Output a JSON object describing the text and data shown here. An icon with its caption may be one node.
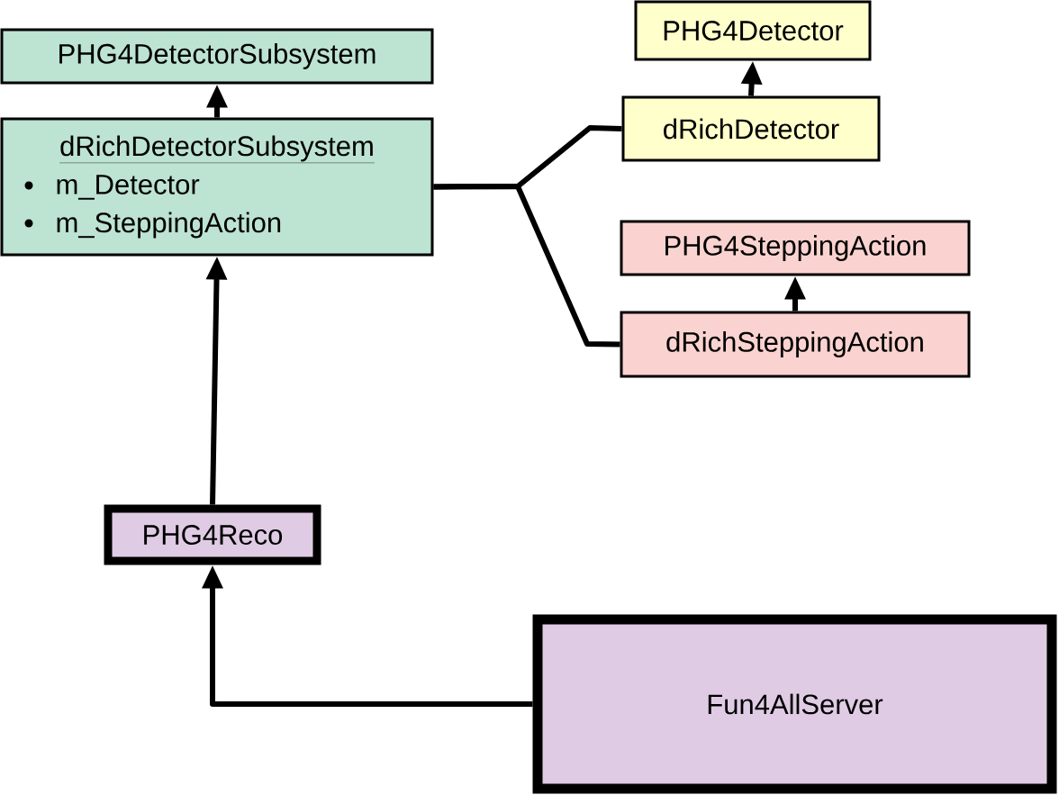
{
  "diagram": {
    "nodes": [
      {
        "text": [
          "PHG4DetectorSubsystem"
        ]
      },
      {
        "text": [
          "dRichDetectorSubsystem",
          "m_Detector",
          "m_SteppingAction"
        ]
      },
      {
        "text": [
          "PHG4Detector"
        ]
      },
      {
        "text": [
          "dRichDetector"
        ]
      },
      {
        "text": [
          "PHG4SteppingAction"
        ]
      },
      {
        "text": [
          "dRichSteppingAction"
        ]
      },
      {
        "text": [
          "PHG4Reco"
        ]
      },
      {
        "text": [
          "Fun4AllServer"
        ]
      }
    ],
    "edges": [
      {
        "from": 1,
        "to": 0,
        "arrow": "to"
      },
      {
        "from": 1,
        "to": 3,
        "arrow": "none"
      },
      {
        "from": 1,
        "to": 5,
        "arrow": "none"
      },
      {
        "from": 3,
        "to": 2,
        "arrow": "to"
      },
      {
        "from": 5,
        "to": 4,
        "arrow": "to"
      },
      {
        "from": 6,
        "to": 1,
        "arrow": "to"
      },
      {
        "from": 7,
        "to": 6,
        "arrow": "to"
      }
    ]
  }
}
